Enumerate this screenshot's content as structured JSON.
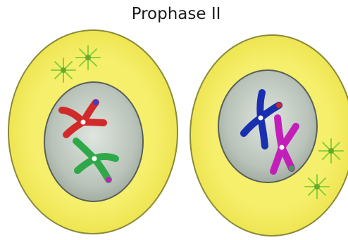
{
  "title": "Prophase II",
  "colors": {
    "cytoplasm": "#f2ea5a",
    "cell_outline": "#8a8a3a",
    "nucleus": "#b8c2b8",
    "nucleus_outline": "#586058",
    "centrosome": "#8fcf3a",
    "aster_ray": "#8fcf3a",
    "chromosome_red": "#d12a2a",
    "chromosome_green": "#2fa84a",
    "chromosome_blue": "#1a2fb0",
    "chromosome_magenta": "#c21fb8",
    "centromere": "#ffffff"
  },
  "cells": [
    {
      "name": "left-daughter-cell",
      "chromosomes": [
        "red",
        "green"
      ],
      "centrosomes": 2
    },
    {
      "name": "right-daughter-cell",
      "chromosomes": [
        "blue",
        "magenta"
      ],
      "centrosomes": 2
    }
  ]
}
